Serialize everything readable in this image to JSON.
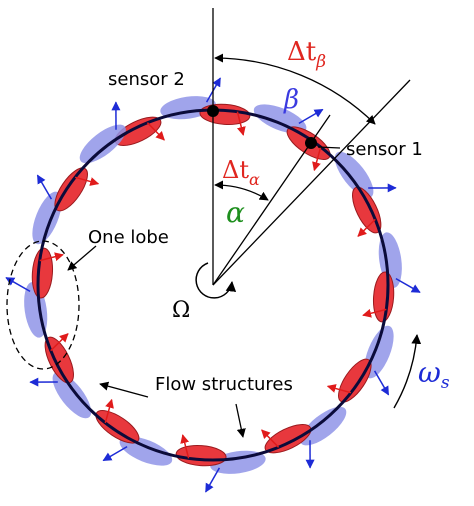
{
  "labels": {
    "sensor2": "sensor 2",
    "sensor1": "sensor 1",
    "one_lobe": "One lobe",
    "flow_structures": "Flow structures",
    "delta_t_beta": "Δt",
    "delta_t_beta_sub": "β",
    "beta": "β",
    "delta_t_alpha": "Δt",
    "delta_t_alpha_sub": "α",
    "alpha": "α",
    "omega_big": "Ω",
    "omega_s": "ω",
    "omega_s_sub": "s"
  },
  "colors": {
    "ring": "#0b0b3a",
    "red_lobe": "#e8383d",
    "red_stroke": "#9a1a1e",
    "blue_lobe": "#8f94e8",
    "blue_arrow": "#1d2bd6",
    "red_arrow": "#e01b1b",
    "delta_red": "#e0261f",
    "beta_blue": "#3a3ae0",
    "alpha_green": "#1e8f1e",
    "black": "#000000"
  },
  "lobes": {
    "count": 12,
    "description": "alternating red (high) and blue (low) flow structures around the annulus"
  }
}
